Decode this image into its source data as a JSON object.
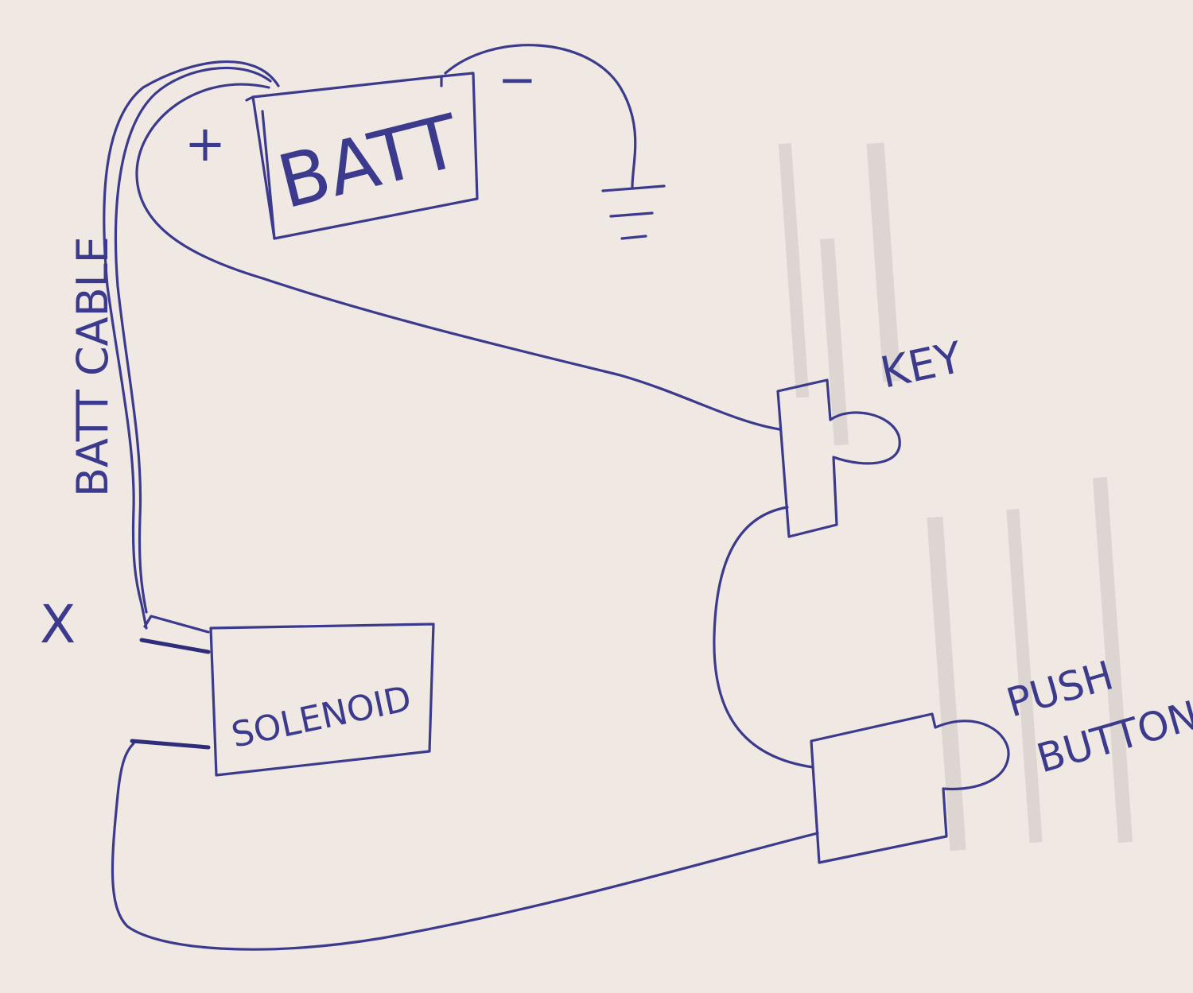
{
  "diagram": {
    "battery": {
      "label": "BATT",
      "positive_sign": "+",
      "negative_sign": "−"
    },
    "cable_label": "BATT CABLE",
    "key_label": "KEY",
    "solenoid_label": "SOLENOID",
    "solenoid_terminal_mark": "X",
    "push_button_label_line1": "PUSH",
    "push_button_label_line2": "BUTTON",
    "ink_color": "#3b3a8c",
    "paper_color": "#efe8e3"
  }
}
